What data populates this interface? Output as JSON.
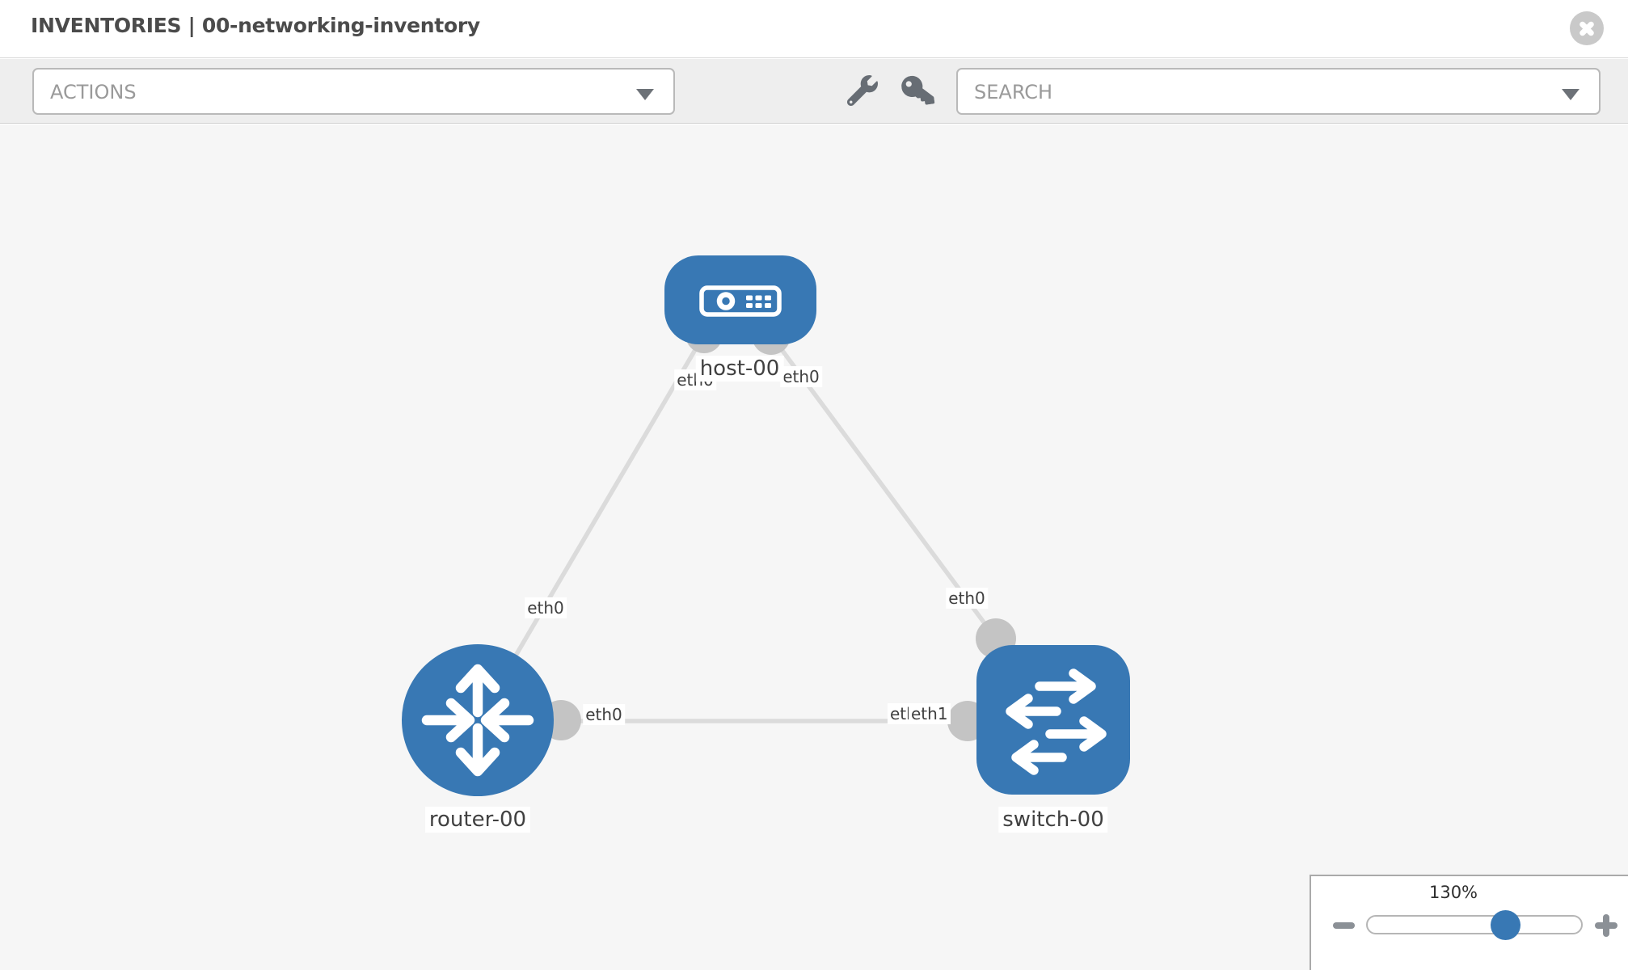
{
  "header": {
    "title": "INVENTORIES | 00-networking-inventory",
    "close_icon": "x-circle"
  },
  "toolbar": {
    "actions_placeholder": "ACTIONS",
    "search_placeholder": "SEARCH",
    "tool_icons": [
      "wrench-icon",
      "key-icon"
    ]
  },
  "canvas": {
    "nodes": [
      {
        "id": "host-00",
        "type": "host",
        "label": "host-00"
      },
      {
        "id": "router-00",
        "type": "router",
        "label": "router-00"
      },
      {
        "id": "switch-00",
        "type": "switch",
        "label": "switch-00"
      }
    ],
    "links": [
      {
        "from": "router-00",
        "from_if": "eth0",
        "to": "host-00",
        "to_if": "eth0"
      },
      {
        "from": "host-00",
        "from_if": "eth0",
        "to": "switch-00",
        "to_if": "eth0"
      },
      {
        "from": "router-00",
        "from_if": "eth0",
        "to": "switch-00",
        "to_if": "eth1"
      }
    ],
    "iface_labels": [
      {
        "text": "eth0"
      },
      {
        "text": "eth0"
      },
      {
        "text": "eth0"
      },
      {
        "text": "eth0"
      },
      {
        "text": "eth0"
      },
      {
        "text": "eth0"
      },
      {
        "text": "eth1"
      }
    ],
    "colors": {
      "node_blue": "#3878b4",
      "connector_gray": "#c4c4c4",
      "link_gray": "#dbdbdb",
      "canvas_bg": "#f6f6f6"
    }
  },
  "zoom_control": {
    "level": "130%"
  }
}
